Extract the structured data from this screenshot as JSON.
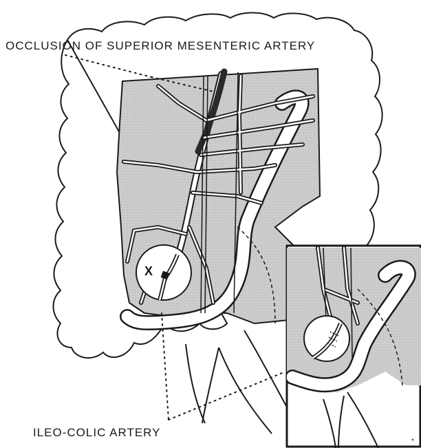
{
  "labels": {
    "top": "OCCLUSION OF SUPERIOR MESENTERIC ARTERY",
    "bottom": "ILEO-COLIC ARTERY",
    "marker": "X",
    "corner_mark": "*"
  },
  "colors": {
    "ink": "#1a1a1a",
    "shade": "#cfcfcf",
    "paper": "#ffffff"
  }
}
